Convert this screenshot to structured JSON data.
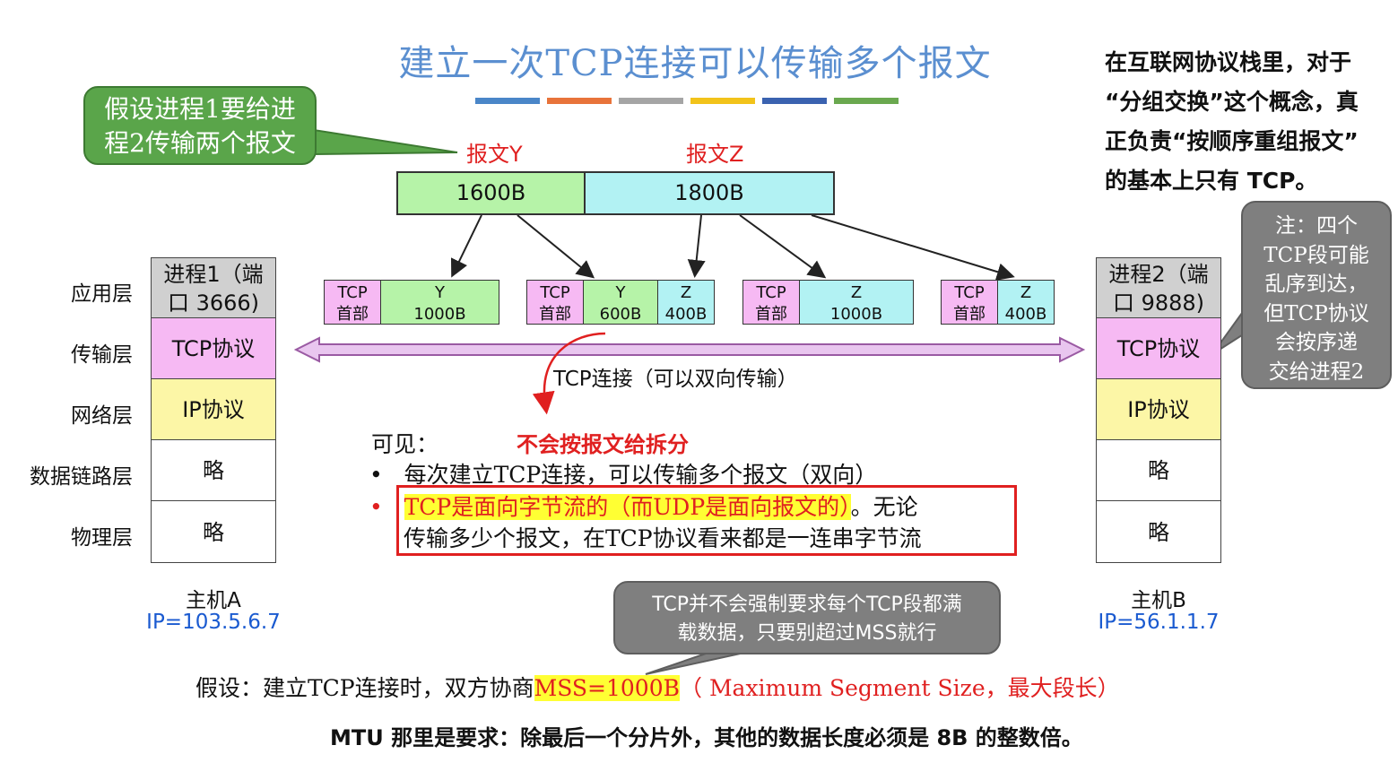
{
  "title": "建立一次TCP连接可以传输多个报文",
  "color_bar": [
    "#4a86c8",
    "#e8733a",
    "#a5a5a5",
    "#f2c31a",
    "#3a62b0",
    "#6aa84f"
  ],
  "side_note": {
    "line1": "在互联网协议栈里，对于",
    "line2": "“分组交换”这个概念，真",
    "line3": "正负责“按顺序重组报文”",
    "line4": "的基本上只有 TCP。"
  },
  "green_callout": {
    "line1": "假设进程1要给进",
    "line2": "程2传输两个报文"
  },
  "messages": {
    "y_label": "报文Y",
    "z_label": "报文Z",
    "y_size": "1600B",
    "z_size": "1800B"
  },
  "segments": [
    {
      "tcp": "TCP",
      "header": "首部",
      "parts": [
        {
          "name": "Y",
          "size": "1000B"
        }
      ]
    },
    {
      "tcp": "TCP",
      "header": "首部",
      "parts": [
        {
          "name": "Y",
          "size": "600B"
        },
        {
          "name": "Z",
          "size": "400B"
        }
      ]
    },
    {
      "tcp": "TCP",
      "header": "首部",
      "parts": [
        {
          "name": "Z",
          "size": "1000B"
        }
      ]
    },
    {
      "tcp": "TCP",
      "header": "首部",
      "parts": [
        {
          "name": "Z",
          "size": "400B"
        }
      ]
    }
  ],
  "layers": [
    "应用层",
    "传输层",
    "网络层",
    "数据链路层",
    "物理层"
  ],
  "host_a": {
    "process_line1": "进程1（端",
    "process_line2": "口 3666)",
    "transport": "TCP协议",
    "network": "IP协议",
    "link": "略",
    "physical": "略",
    "name": "主机A",
    "ip": "IP=103.5.6.7"
  },
  "host_b": {
    "process_line1": "进程2（端",
    "process_line2": "口 9888)",
    "transport": "TCP协议",
    "network": "IP协议",
    "link": "略",
    "physical": "略",
    "name": "主机B",
    "ip": "IP=56.1.1.7"
  },
  "connection_label": "TCP连接（可以双向传输）",
  "annotation_no_split": "不会按报文给拆分",
  "gray_callout_right": {
    "line1": "注：四个",
    "line2": "TCP段可能",
    "line3": "乱序到达，",
    "line4": "但TCP协议",
    "line5": "会按序递",
    "line6": "交给进程2"
  },
  "conclusion": {
    "heading": "可见：",
    "bullet1": "每次建立TCP连接，可以传输多个报文（双向）",
    "bullet2_highlight": "TCP是面向字节流的（而UDP是面向报文的）",
    "bullet2_rest1": "。无论",
    "bullet2_line2": "传输多少个报文，在TCP协议看来都是一连串字节流"
  },
  "gray_callout_bottom": {
    "line1": "TCP并不会强制要求每个TCP段都满",
    "line2": "载数据，只要别超过MSS就行"
  },
  "assumption": {
    "prefix": "假设：建立TCP连接时，双方协商",
    "mss": "MSS=1000B",
    "suffix": "（ Maximum Segment Size，最大段长）"
  },
  "mtu_note": "MTU 那里是要求：除最后一个分片外，其他的数据长度必须是 8B 的整数倍。",
  "colors": {
    "y_fill": "#b6f3a8",
    "z_fill": "#b2f2f3",
    "tcp_header_fill": "#f6b9f3",
    "app_fill": "#d0d0d0",
    "transport_fill": "#f6b9f3",
    "network_fill": "#fcf6a6",
    "connection_arrow": "#e9c6ef",
    "accent_red": "#e02020"
  }
}
